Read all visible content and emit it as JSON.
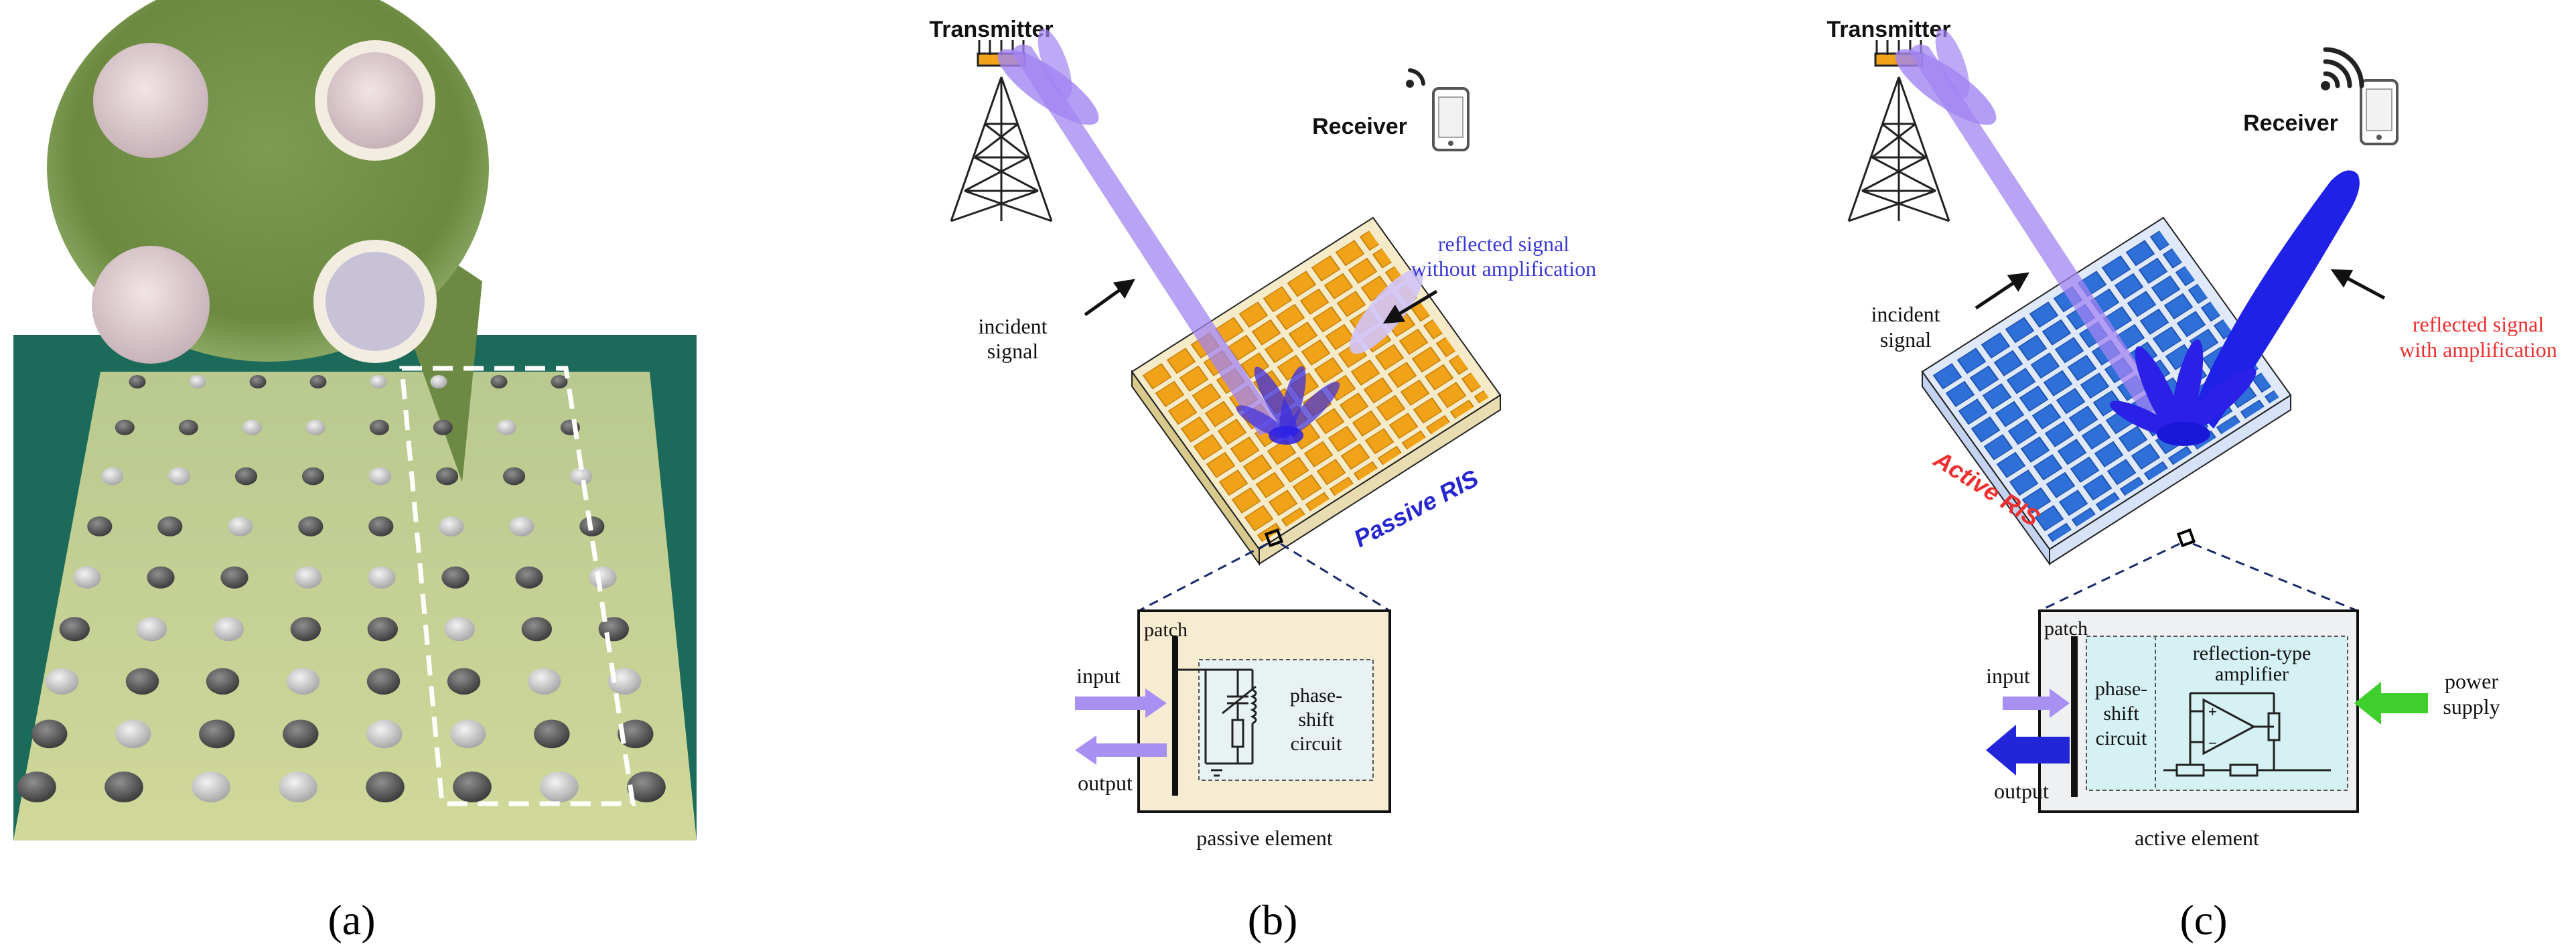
{
  "panels": {
    "a": {
      "caption": "(a)"
    },
    "b": {
      "caption": "(b)",
      "transmitter_label": "Transmitter",
      "receiver_label": "Receiver",
      "incident_label_line1": "incident",
      "incident_label_line2": "signal",
      "reflected_line1": "reflected signal",
      "reflected_line2": "without amplification",
      "ris_label": "Passive RIS",
      "patch_label": "patch",
      "input_label": "input",
      "output_label": "output",
      "circuit_line1": "phase-",
      "circuit_line2": "shift",
      "circuit_line3": "circuit",
      "element_label": "passive element",
      "tile_color": "#f0a318",
      "board_color": "#f5ebc8"
    },
    "c": {
      "caption": "(c)",
      "transmitter_label": "Transmitter",
      "receiver_label": "Receiver",
      "incident_label_line1": "incident",
      "incident_label_line2": "signal",
      "reflected_line1": "reflected signal",
      "reflected_line2": "with amplification",
      "ris_label": "Active RIS",
      "patch_label": "patch",
      "input_label": "input",
      "output_label": "output",
      "circuit_line1": "phase-",
      "circuit_line2": "shift",
      "circuit_line3": "circuit",
      "amplifier_line1": "reflection-type",
      "amplifier_line2": "amplifier",
      "power_line1": "power",
      "power_line2": "supply",
      "element_label": "active element",
      "tile_color": "#2f6fd8",
      "board_color": "#dfe9fb"
    }
  },
  "colors": {
    "blue_text": "#3a3ad6",
    "red_text": "#ee3030",
    "beam_light": "#a184f2",
    "beam_dark": "#1f22e6",
    "power_arrow": "#3fcf2c"
  }
}
